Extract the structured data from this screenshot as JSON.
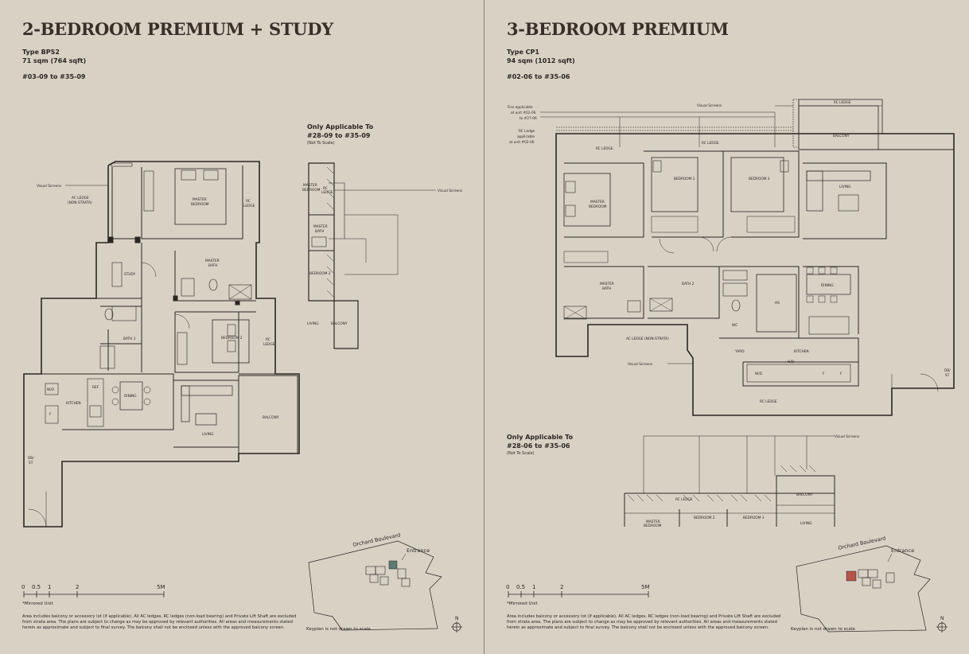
{
  "left": {
    "title": "2-BEDROOM PREMIUM + STUDY",
    "type": "Type BPS2",
    "area": "71 sqm (764 sqft)",
    "units": "#03-09 to #35-09",
    "only_applicable_title": "Only Applicable To",
    "only_applicable_units": "#28-09 to #35-09",
    "not_to_scale": "(Not To Scale)",
    "labels": {
      "visual_screens": "Visual Screens",
      "ac_ledge": "AC LEDGE",
      "non_strata": "(NON-STRATA)",
      "master": "MASTER",
      "bedroom": "BEDROOM",
      "rc": "RC",
      "ledge": "LEDGE",
      "study": "STUDY",
      "bath": "BATH",
      "bath1": "BATH 1",
      "bedroom2": "BEDROOM 2",
      "wd": "W/D",
      "ref": "REF",
      "dining": "DINING",
      "kitchen": "KITCHEN",
      "f": "F",
      "db": "DB/",
      "st": "ST",
      "living": "LIVING",
      "balcony": "BALCONY",
      "master_bath_small": "MASTER",
      "bath_small": "BATH",
      "bedroom_small": "BEDROOM",
      "bedroom2_small": "BEDROOM 2",
      "rc_small": "RC",
      "ledge_small": "LEDGE"
    },
    "scale": [
      "0",
      "0.5",
      "1",
      "2",
      "5M"
    ],
    "mirrored": "*Mirrored Unit",
    "disclaimer": "Area includes balcony or accessory lot (if applicable). All AC ledges, RC ledges (non-load bearing) and Private Lift Shaft are excluded from strata area. The plans are subject to change as may be approved by relevant authorities. All areas and measurements stated herein as approximate and subject to final survey. The balcony shall not be enclosed unless with the approved balcony screen.",
    "keyplan_road": "Orchard Boulevard",
    "keyplan_entrance": "Entrance",
    "keyplan_note": "Keyplan is not drawn to scale",
    "north": "N"
  },
  "right": {
    "title": "3-BEDROOM PREMIUM",
    "type": "Type CP1",
    "area": "94 sqm (1012 sqft)",
    "units": "#02-06 to #35-06",
    "only_applicable_title": "Only Applicable To",
    "only_applicable_units": "#28-06 to #35-06",
    "not_to_scale": "(Not To Scale)",
    "labels": {
      "fins1": "Fins applicable",
      "fins2": "at unit #02-06",
      "fins3": "to #27-06",
      "rcl1": "RC Ledge",
      "rcl2": "applicable",
      "rcl3": "at unit #02-06",
      "visual_screens": "Visual Screens",
      "rc_ledge": "RC LEDGE",
      "balcony": "BALCONY",
      "living": "LIVING",
      "master": "MASTER",
      "bedroom": "BEDROOM",
      "bedroom2": "BEDROOM 2",
      "bedroom3": "BEDROOM 3",
      "master_bath": "MASTER",
      "bath": "BATH",
      "bath2": "BATH 2",
      "hs": "HS",
      "dining": "DINING",
      "wc": "WC",
      "yard": "YARD",
      "kitchen": "KITCHEN",
      "ac_ledge": "AC LEDGE (NON-STRATA)",
      "wd": "W/D",
      "hb": "H/D",
      "f": "F",
      "db": "DB/",
      "st": "ST"
    },
    "scale": [
      "0",
      "0.5",
      "1",
      "2",
      "5M"
    ],
    "mirrored": "*Mirrored Unit",
    "disclaimer": "Area includes balcony or accessory lot (if applicable). All AC ledges, RC ledges (non-load bearing) and Private Lift Shaft are excluded from strata area. The plans are subject to change as may be approved by relevant authorities. All areas and measurements stated herein as approximate and subject to final survey. The balcony shall not be enclosed unless with the approved balcony screen.",
    "keyplan_road": "Orchard Boulevard",
    "keyplan_entrance": "Entrance",
    "keyplan_note": "Keyplan is not drawn to scale",
    "north": "N"
  },
  "colors": {
    "background": "#dad1c5",
    "ink": "#2b2622",
    "highlight_left": "#5a7a72",
    "highlight_right": "#b4534a"
  }
}
